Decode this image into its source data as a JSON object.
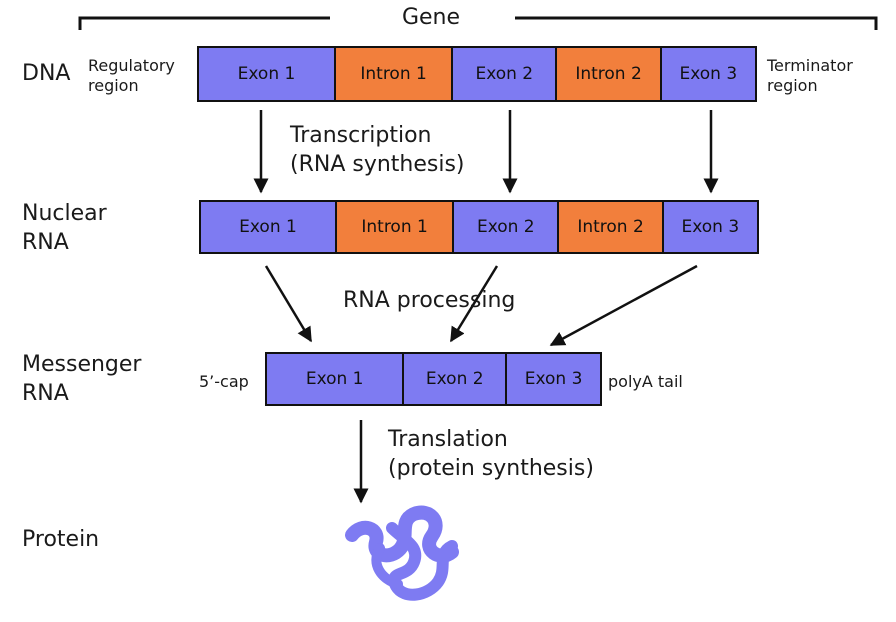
{
  "gene": {
    "title": "Gene"
  },
  "colors": {
    "exon": "#7e7bf2",
    "intron": "#f27f3c",
    "protein": "#7e7bf2",
    "outline": "#111111"
  },
  "rows": {
    "dna": {
      "label": "DNA",
      "left_note": "Regulatory\nregion",
      "right_note": "Terminator\nregion",
      "segments": [
        {
          "label": "Exon 1",
          "kind": "exon"
        },
        {
          "label": "Intron 1",
          "kind": "intron"
        },
        {
          "label": "Exon 2",
          "kind": "exon"
        },
        {
          "label": "Intron 2",
          "kind": "intron"
        },
        {
          "label": "Exon 3",
          "kind": "exon"
        }
      ]
    },
    "nuclear_rna": {
      "label": "Nuclear\nRNA",
      "segments": [
        {
          "label": "Exon 1",
          "kind": "exon"
        },
        {
          "label": "Intron 1",
          "kind": "intron"
        },
        {
          "label": "Exon 2",
          "kind": "exon"
        },
        {
          "label": "Intron 2",
          "kind": "intron"
        },
        {
          "label": "Exon 3",
          "kind": "exon"
        }
      ]
    },
    "mrna": {
      "label": "Messenger\nRNA",
      "left_note": "5’-cap",
      "right_note": "polyA tail",
      "segments": [
        {
          "label": "Exon 1",
          "kind": "exon"
        },
        {
          "label": "Exon 2",
          "kind": "exon"
        },
        {
          "label": "Exon 3",
          "kind": "exon"
        }
      ]
    },
    "protein": {
      "label": "Protein"
    }
  },
  "steps": {
    "transcription": "Transcription\n(RNA synthesis)",
    "processing": "RNA processing",
    "translation": "Translation\n(protein synthesis)"
  }
}
